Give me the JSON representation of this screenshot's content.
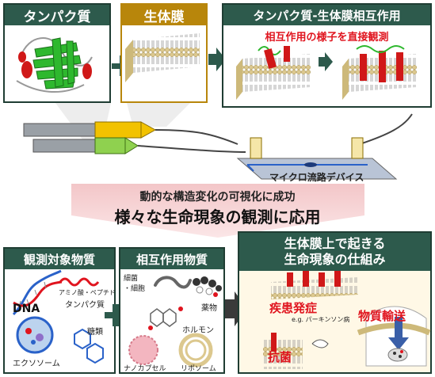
{
  "top": {
    "protein_title": "タンパク質",
    "membrane_title": "生体膜",
    "interaction_title": "タンパク質-生体膜相互作用",
    "interaction_subtitle": "相互作用の様子を直接観測"
  },
  "device": {
    "label": "マイクロ流路デバイス"
  },
  "middle": {
    "line1": "動的な構造変化の可視化に成功",
    "line2": "様々な生命現象の観測に応用"
  },
  "bottom": {
    "targets": {
      "title": "観測対象物質",
      "dna": "DNA",
      "amino": "アミノ酸・ペプチド",
      "protein": "タンパク質",
      "sugar": "糖類",
      "exosome": "エクソソーム"
    },
    "interacting": {
      "title": "相互作用物質",
      "bacteria": "細菌\n・細胞",
      "drug": "薬物",
      "hormone": "ホルモン",
      "nanocapsule": "ナノカプセル",
      "liposome": "リポソーム"
    },
    "result": {
      "title_line1": "生体膜上で起きる",
      "title_line2": "生命現象の仕組み",
      "disease": "疾患発症",
      "disease_example": "e.g. パーキンソン病",
      "transport": "物質輸送",
      "antibacterial": "抗菌"
    }
  },
  "colors": {
    "panel_border": "#1f3d33",
    "header_green": "#2d5a4c",
    "header_gold": "#b8860b",
    "accent_red": "#e0141e",
    "arrow_dark": "#3a3a3a",
    "lipid_head": "#dcc88e"
  }
}
